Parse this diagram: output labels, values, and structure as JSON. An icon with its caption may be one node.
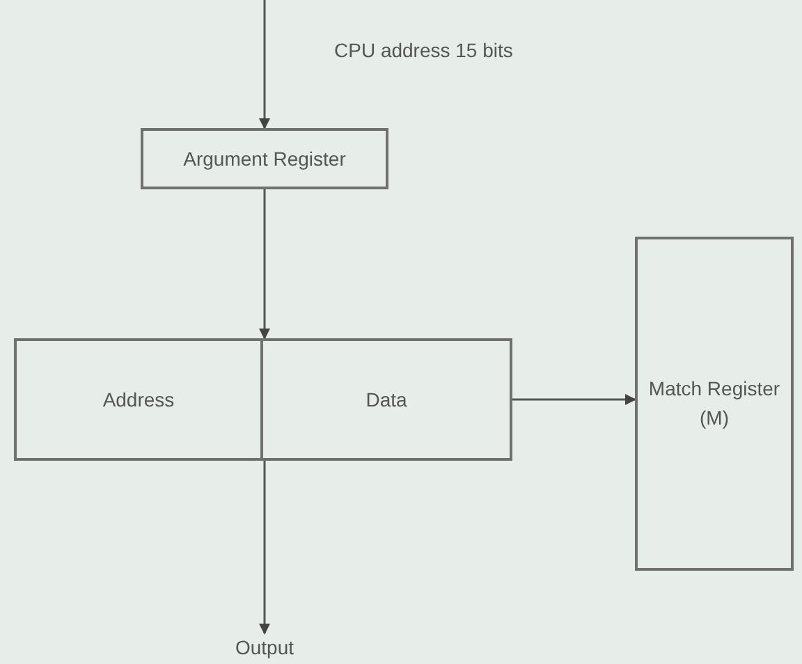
{
  "diagram": {
    "nodes": [
      {
        "text": [
          "Argument Register"
        ]
      },
      {
        "text": [],
        "shape": "box"
      },
      {
        "text": [
          "Address"
        ],
        "in": 1
      },
      {
        "text": [
          "Data"
        ],
        "in": 1
      },
      {
        "text": [
          "Match Register (M)"
        ]
      },
      {
        "text": [
          "Output"
        ]
      }
    ],
    "edges": [
      {
        "from": null,
        "to": 0,
        "arrow": "to",
        "label": "CPU address 15 bits"
      },
      {
        "from": 0,
        "to": 1,
        "arrow": "to"
      },
      {
        "from": 1,
        "to": 4,
        "arrow": "to"
      },
      {
        "from": 1,
        "to": 5,
        "arrow": "to"
      }
    ]
  }
}
